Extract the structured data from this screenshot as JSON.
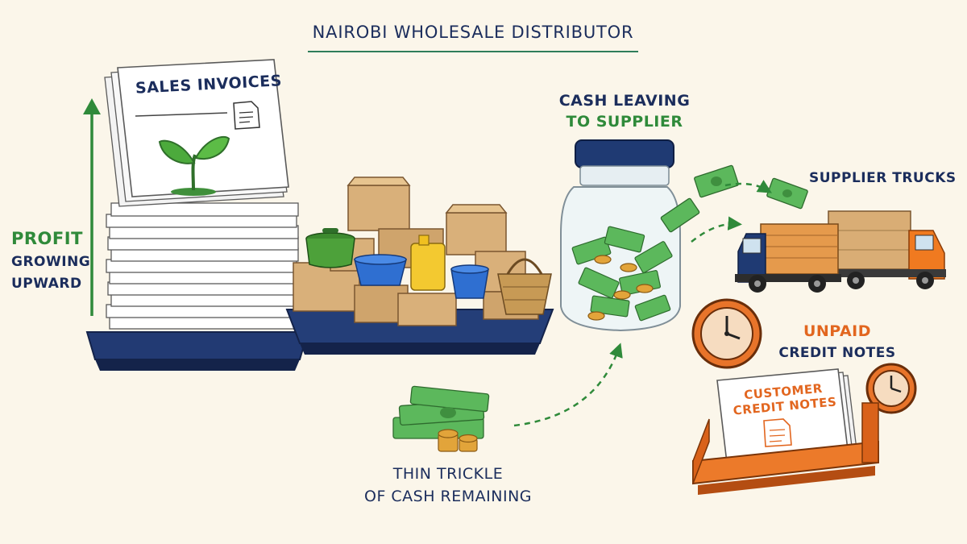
{
  "title": "NAIROBI WHOLESALE DISTRIBUTOR",
  "invoices": {
    "label": "SALES INVOICES"
  },
  "profit": {
    "line1": "PROFIT",
    "line2": "GROWING",
    "line3": "UPWARD"
  },
  "cash_leaving": {
    "line1": "CASH LEAVING",
    "line2": "TO SUPPLIER"
  },
  "trucks": {
    "label": "SUPPLIER TRUCKS"
  },
  "unpaid": {
    "line1": "UNPAID",
    "line2": "CREDIT NOTES"
  },
  "credit_tray": {
    "line1": "CUSTOMER",
    "line2": "CREDIT NOTES"
  },
  "trickle": {
    "line1": "THIN TRICKLE",
    "line2": "OF CASH REMAINING"
  },
  "colors": {
    "background": "#fbf6ea",
    "navy": "#1b2d5c",
    "green": "#2f8a3a",
    "orange": "#e2661f",
    "cash": "#5cb85c",
    "box": "#d9b07a"
  },
  "icons": [
    "document-icon",
    "sprout-icon",
    "clock-icon",
    "truck-icon",
    "jar-icon",
    "banknote-icon",
    "coin-icon"
  ]
}
